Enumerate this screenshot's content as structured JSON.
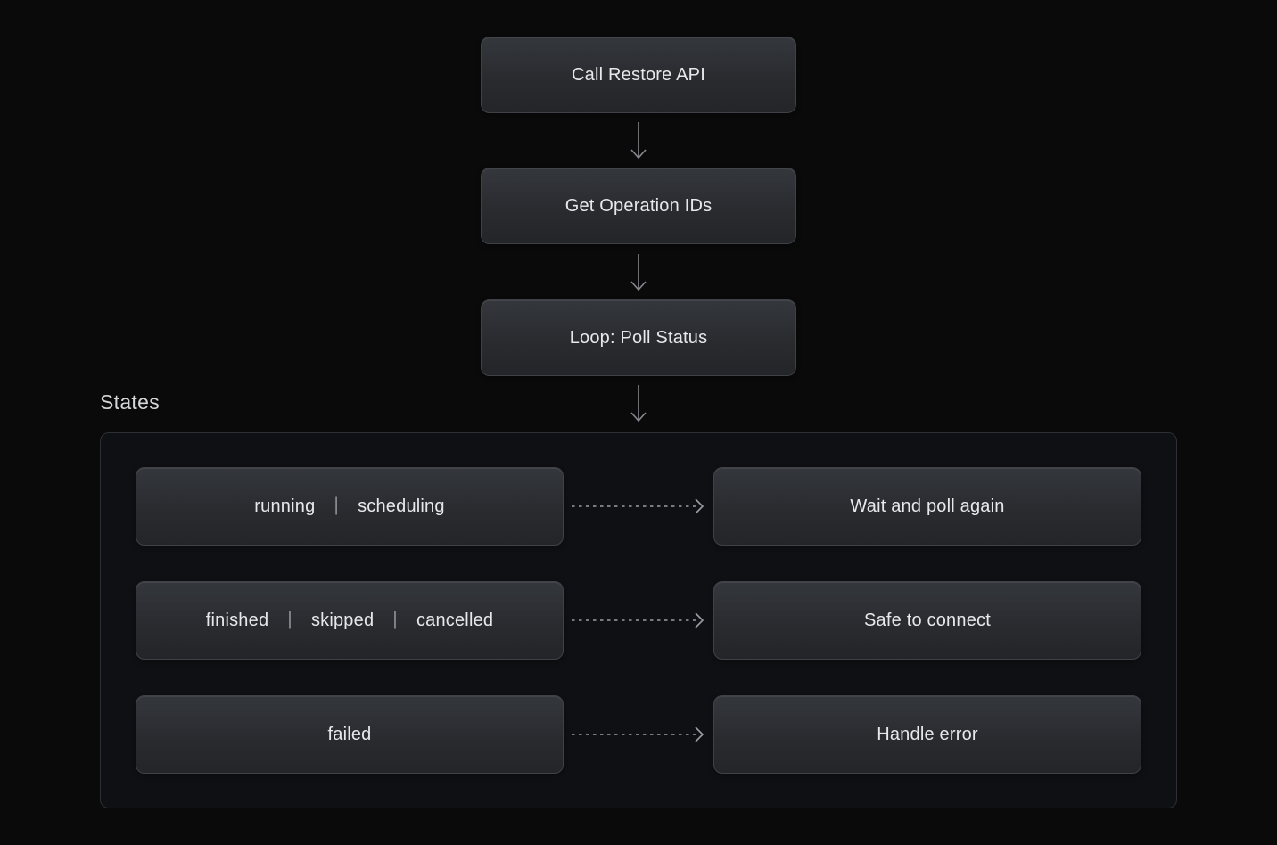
{
  "flow": {
    "nodes": [
      {
        "label": "Call Restore API"
      },
      {
        "label": "Get Operation IDs"
      },
      {
        "label": "Loop: Poll Status"
      }
    ]
  },
  "states": {
    "title": "States",
    "separator": "|",
    "rows": [
      {
        "states": [
          "running",
          "scheduling"
        ],
        "outcome": "Wait and poll again"
      },
      {
        "states": [
          "finished",
          "skipped",
          "cancelled"
        ],
        "outcome": "Safe to connect"
      },
      {
        "states": [
          "failed"
        ],
        "outcome": "Handle error"
      }
    ]
  },
  "icons": {
    "solid_down_arrow": "arrow-down-icon",
    "dashed_right_arrow": "arrow-right-dashed-icon"
  },
  "colors": {
    "page_background": "#0a0a0b",
    "panel_background": "#0f1013",
    "panel_border": "#2c2f35",
    "node_gradient_top": "#34373c",
    "node_gradient_bottom": "#242529",
    "node_border": "#3e4147",
    "node_text": "#e7e8ea",
    "separator": "#8a8d92",
    "arrow_solid": "#85888d",
    "arrow_dashed": "#9b9ea3",
    "section_title": "#d5d6d8"
  }
}
